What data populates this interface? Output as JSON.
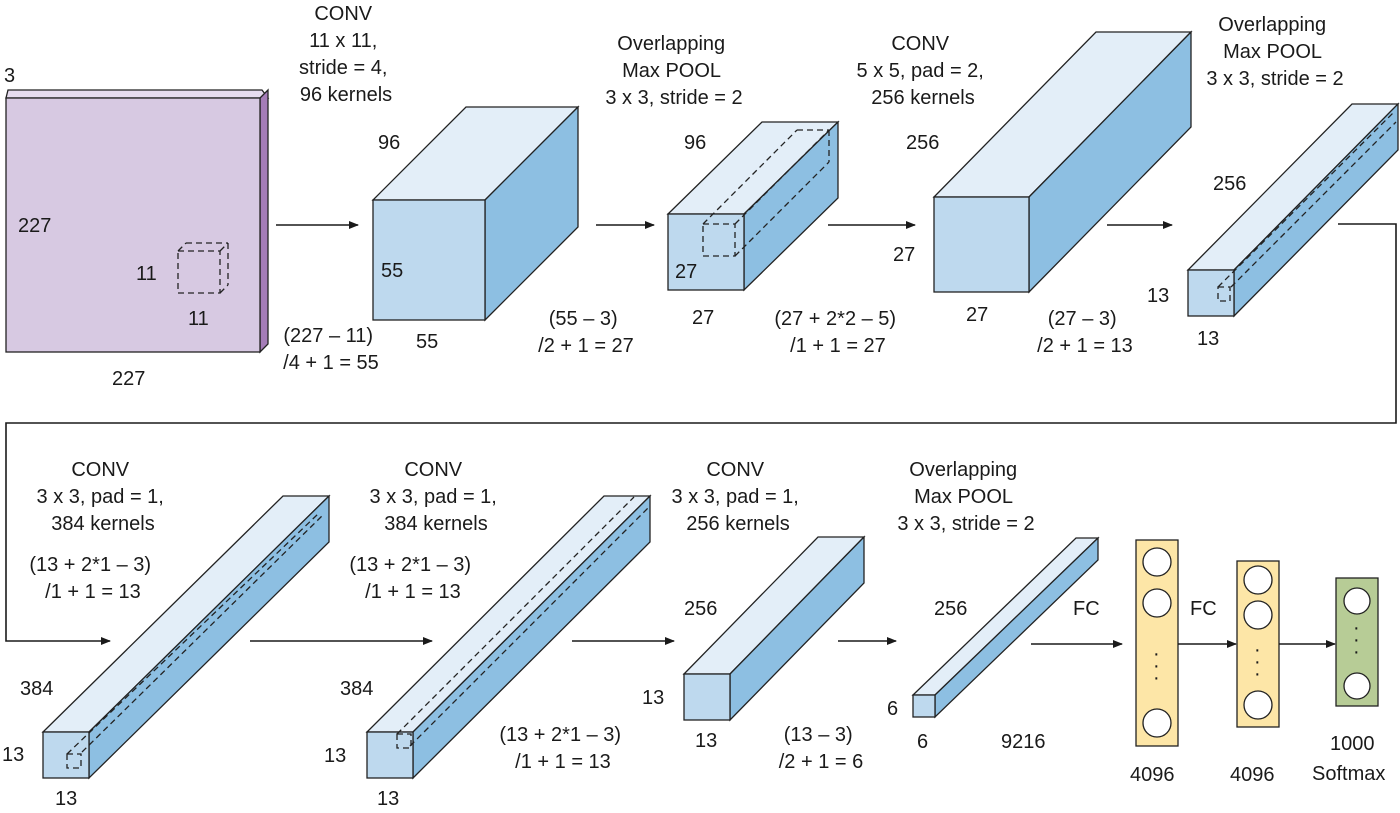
{
  "colors": {
    "input_front": "#d7c9e2",
    "input_top": "#e6dcef",
    "input_side": "#a57db8",
    "box_front": "#bed9ee",
    "box_top": "#e3eef8",
    "box_side": "#8dbfe2",
    "fc_fill": "#fde6a7",
    "softmax_fill": "#b7cc96"
  },
  "row1": {
    "input": {
      "channels": "3",
      "height": "227",
      "width": "227",
      "kernel_h": "11",
      "kernel_w": "11"
    },
    "conv1": {
      "caption": [
        "CONV",
        "11 x 11,",
        "stride = 4,",
        "96 kernels"
      ],
      "formula": [
        "(227 – 11)",
        "/4 + 1 = 55"
      ],
      "depth": "96",
      "height": "55",
      "width": "55"
    },
    "pool1": {
      "caption": [
        "Overlapping",
        "Max POOL",
        "3 x 3, stride = 2"
      ],
      "formula": [
        "(55 – 3)",
        "/2 + 1 = 27"
      ],
      "depth": "96",
      "height": "27",
      "width": "27"
    },
    "conv2": {
      "caption": [
        "CONV",
        "5 x 5, pad = 2,",
        "256 kernels"
      ],
      "formula": [
        "(27 + 2*2 – 5)",
        "/1 + 1 = 27"
      ],
      "depth": "256",
      "height": "27",
      "width": "27"
    },
    "pool2": {
      "caption": [
        "Overlapping",
        "Max POOL",
        "3 x 3, stride = 2"
      ],
      "formula": [
        "(27 – 3)",
        "/2 + 1 = 13"
      ],
      "depth": "256",
      "height": "13",
      "width": "13"
    }
  },
  "row2": {
    "conv3": {
      "caption": [
        "CONV",
        "3 x 3, pad = 1,",
        "384 kernels"
      ],
      "formula": [
        "(13 + 2*1 – 3)",
        "/1 + 1 = 13"
      ],
      "depth": "384",
      "height": "13",
      "width": "13"
    },
    "conv4": {
      "caption": [
        "CONV",
        "3 x 3, pad = 1,",
        "384 kernels"
      ],
      "formula": [
        "(13 + 2*1 – 3)",
        "/1 + 1 = 13"
      ],
      "depth": "384",
      "height": "13",
      "width": "13"
    },
    "conv5": {
      "caption": [
        "CONV",
        "3 x 3, pad = 1,",
        "256 kernels"
      ],
      "formula": [
        "(13 + 2*1 – 3)",
        "/1 + 1 = 13"
      ],
      "depth": "256",
      "height": "13",
      "width": "13"
    },
    "pool3": {
      "caption": [
        "Overlapping",
        "Max POOL",
        "3 x 3, stride = 2"
      ],
      "formula": [
        "(13 – 3)",
        "/2 + 1 = 6"
      ],
      "depth": "256",
      "height": "6",
      "width": "6",
      "flatten": "9216"
    },
    "fc1": {
      "arrow_label": "FC",
      "size": "4096"
    },
    "fc2": {
      "arrow_label": "FC",
      "size": "4096"
    },
    "output": {
      "size": "1000",
      "name": "Softmax"
    },
    "vertical_dots": "·"
  }
}
